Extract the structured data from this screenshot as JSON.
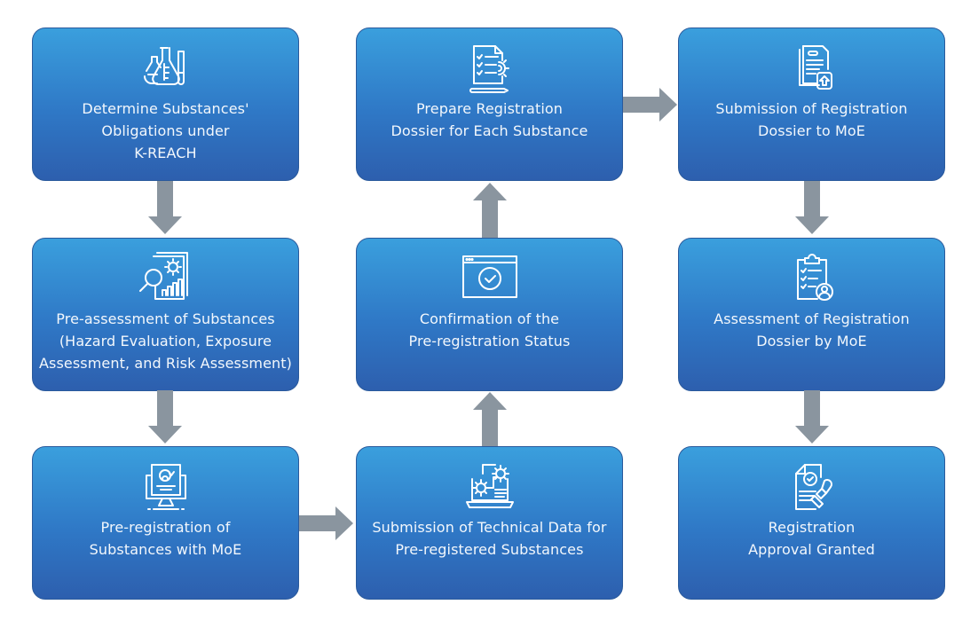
{
  "title": "K-REACH Registration Process",
  "colors": {
    "box_top": "#3a9fdd",
    "box_bottom": "#2d5fae",
    "arrow": "#8a959f",
    "text": "#f2f7fc"
  },
  "steps": [
    {
      "id": 1,
      "icon": "lab-flasks-icon",
      "label": "Determine Substances'\nObligations under\nK-REACH"
    },
    {
      "id": 2,
      "icon": "report-analysis-icon",
      "label": "Pre-assessment of Substances\n(Hazard Evaluation, Exposure\nAssessment, and Risk Assessment)"
    },
    {
      "id": 3,
      "icon": "monitor-document-user-icon",
      "label": "Pre-registration of\nSubstances with MoE"
    },
    {
      "id": 4,
      "icon": "laptop-gears-icon",
      "label": "Submission of Technical Data for\nPre-registered Substances"
    },
    {
      "id": 5,
      "icon": "browser-check-icon",
      "label": "Confirmation of the\nPre-registration Status"
    },
    {
      "id": 6,
      "icon": "checklist-gear-pencil-icon",
      "label": "Prepare Registration\nDossier for Each Substance"
    },
    {
      "id": 7,
      "icon": "document-upload-icon",
      "label": "Submission of Registration\nDossier to MoE"
    },
    {
      "id": 8,
      "icon": "clipboard-user-icon",
      "label": "Assessment of Registration\nDossier by MoE"
    },
    {
      "id": 9,
      "icon": "document-stamp-icon",
      "label": "Registration\nApproval Granted"
    }
  ],
  "connections": [
    {
      "from": 1,
      "to": 2,
      "direction": "down"
    },
    {
      "from": 2,
      "to": 3,
      "direction": "down"
    },
    {
      "from": 3,
      "to": 4,
      "direction": "right"
    },
    {
      "from": 4,
      "to": 5,
      "direction": "up"
    },
    {
      "from": 5,
      "to": 6,
      "direction": "up"
    },
    {
      "from": 6,
      "to": 7,
      "direction": "right"
    },
    {
      "from": 7,
      "to": 8,
      "direction": "down"
    },
    {
      "from": 8,
      "to": 9,
      "direction": "down"
    }
  ]
}
